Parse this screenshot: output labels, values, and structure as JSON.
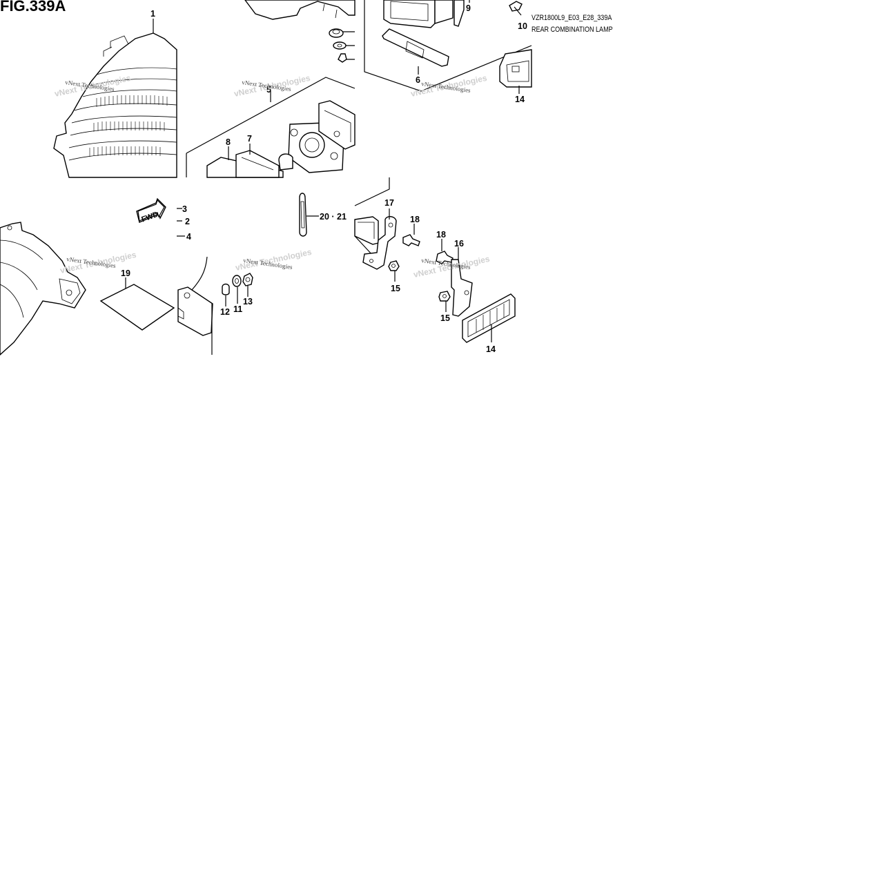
{
  "figure": {
    "title": "FIG.339A",
    "code": "VZR1800L9_E03_E28_339A",
    "name": "REAR COMBINATION LAMP"
  },
  "watermark": "vNext Technologies",
  "fwd_label": "FWD",
  "callouts": {
    "c1": "1",
    "c2": "2",
    "c3": "3",
    "c4": "4",
    "c5": "5",
    "c6": "6",
    "c7": "7",
    "c8": "8",
    "c9": "9",
    "c10": "10",
    "c11": "11",
    "c12": "12",
    "c13": "13",
    "c14a": "14",
    "c14b": "14",
    "c15a": "15",
    "c15b": "15",
    "c16": "16",
    "c17": "17",
    "c18a": "18",
    "c18b": "18",
    "c19": "19",
    "c2021": "20 · 21"
  }
}
